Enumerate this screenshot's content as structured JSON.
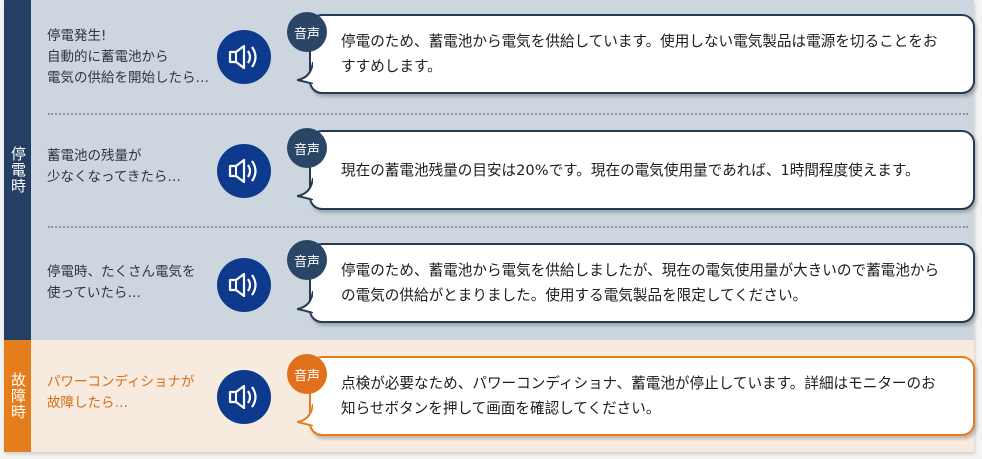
{
  "colors": {
    "outage_tab": "#243f63",
    "fault_tab": "#e47d1b",
    "outage_bg": "#cdd6df",
    "fault_bg": "#f7eadf",
    "speaker_circle": "#0d3a8c",
    "outage_badge": "#2a4566",
    "fault_badge": "#e0701c"
  },
  "sections": {
    "outage": {
      "tab_label": "停電時",
      "rows": [
        {
          "situation": [
            "停電発生!",
            "自動的に蓄電池から",
            "電気の供給を開始したら…"
          ],
          "badge": "音声",
          "icon": "speaker-icon",
          "message": "停電のため、蓄電池から電気を供給しています。使用しない電気製品は電源を切ることをおすすめします。"
        },
        {
          "situation": [
            "蓄電池の残量が",
            "少なくなってきたら…"
          ],
          "badge": "音声",
          "icon": "speaker-icon",
          "message": "現在の蓄電池残量の目安は20%です。現在の電気使用量であれば、1時間程度使えます。"
        },
        {
          "situation": [
            "停電時、たくさん電気を",
            "使っていたら…"
          ],
          "badge": "音声",
          "icon": "speaker-icon",
          "message": "停電のため、蓄電池から電気を供給しましたが、現在の電気使用量が大きいので蓄電池からの電気の供給がとまりました。使用する電気製品を限定してください。"
        }
      ]
    },
    "fault": {
      "tab_label": "故障時",
      "rows": [
        {
          "situation": [
            "パワーコンディショナが",
            "故障したら…"
          ],
          "badge": "音声",
          "icon": "speaker-icon",
          "message": "点検が必要なため、パワーコンディショナ、蓄電池が停止しています。詳細はモニターのお知らせボタンを押して画面を確認してください。"
        }
      ]
    }
  }
}
